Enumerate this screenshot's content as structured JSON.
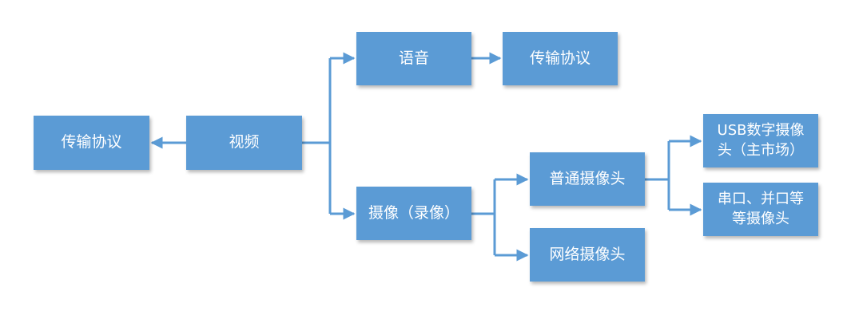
{
  "diagram": {
    "line_color": "#5b9bd5",
    "box_color": "#5b9bd5",
    "text_color": "#ffffff",
    "nodes": {
      "video_protocol": "传输协议",
      "video": "视频",
      "voice": "语音",
      "voice_protocol": "传输协议",
      "camera_record": "摄像（录像）",
      "normal_camera": "普通摄像头",
      "network_camera": "网络摄像头",
      "usb_camera": [
        "USB数字摄像",
        "头（主市场）"
      ],
      "serial_camera": [
        "串口、并口等",
        "等摄像头"
      ]
    }
  }
}
